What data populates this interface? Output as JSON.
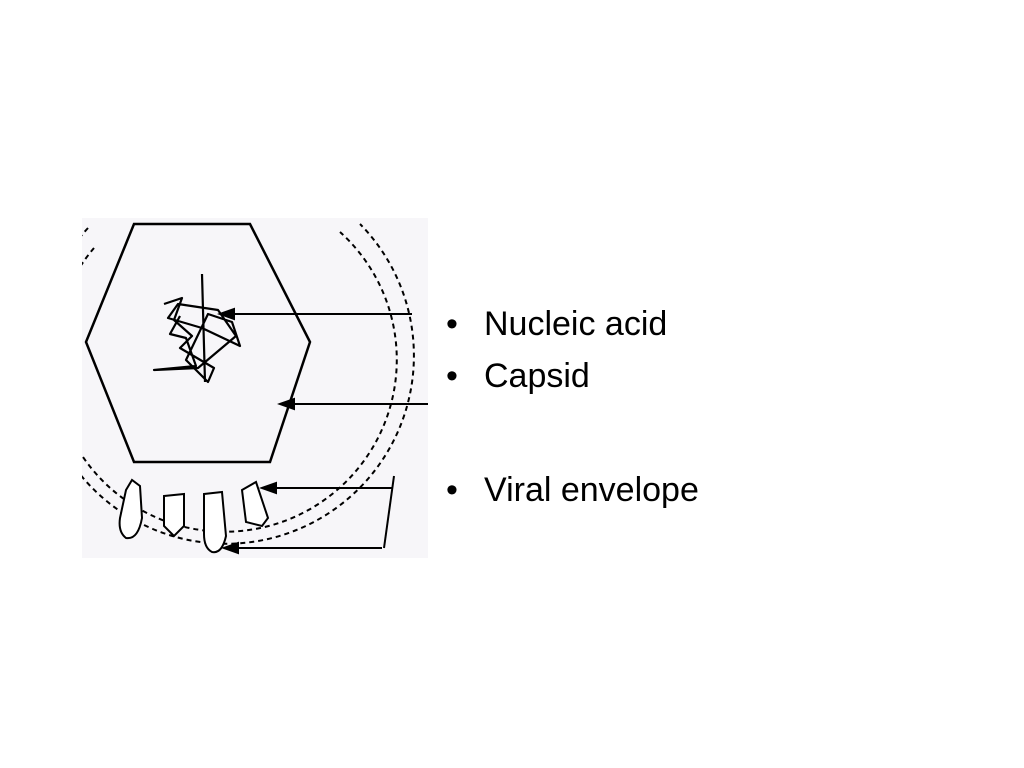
{
  "labels": [
    {
      "id": "nucleic-acid",
      "text": "Nucleic acid"
    },
    {
      "id": "capsid",
      "text": "Capsid"
    },
    {
      "id": "viral-envelope",
      "text": "Viral envelope"
    }
  ],
  "bullet": "•",
  "colors": {
    "stroke": "#000000",
    "figure_background": "#f7f6f9",
    "page_background": "#ffffff"
  }
}
